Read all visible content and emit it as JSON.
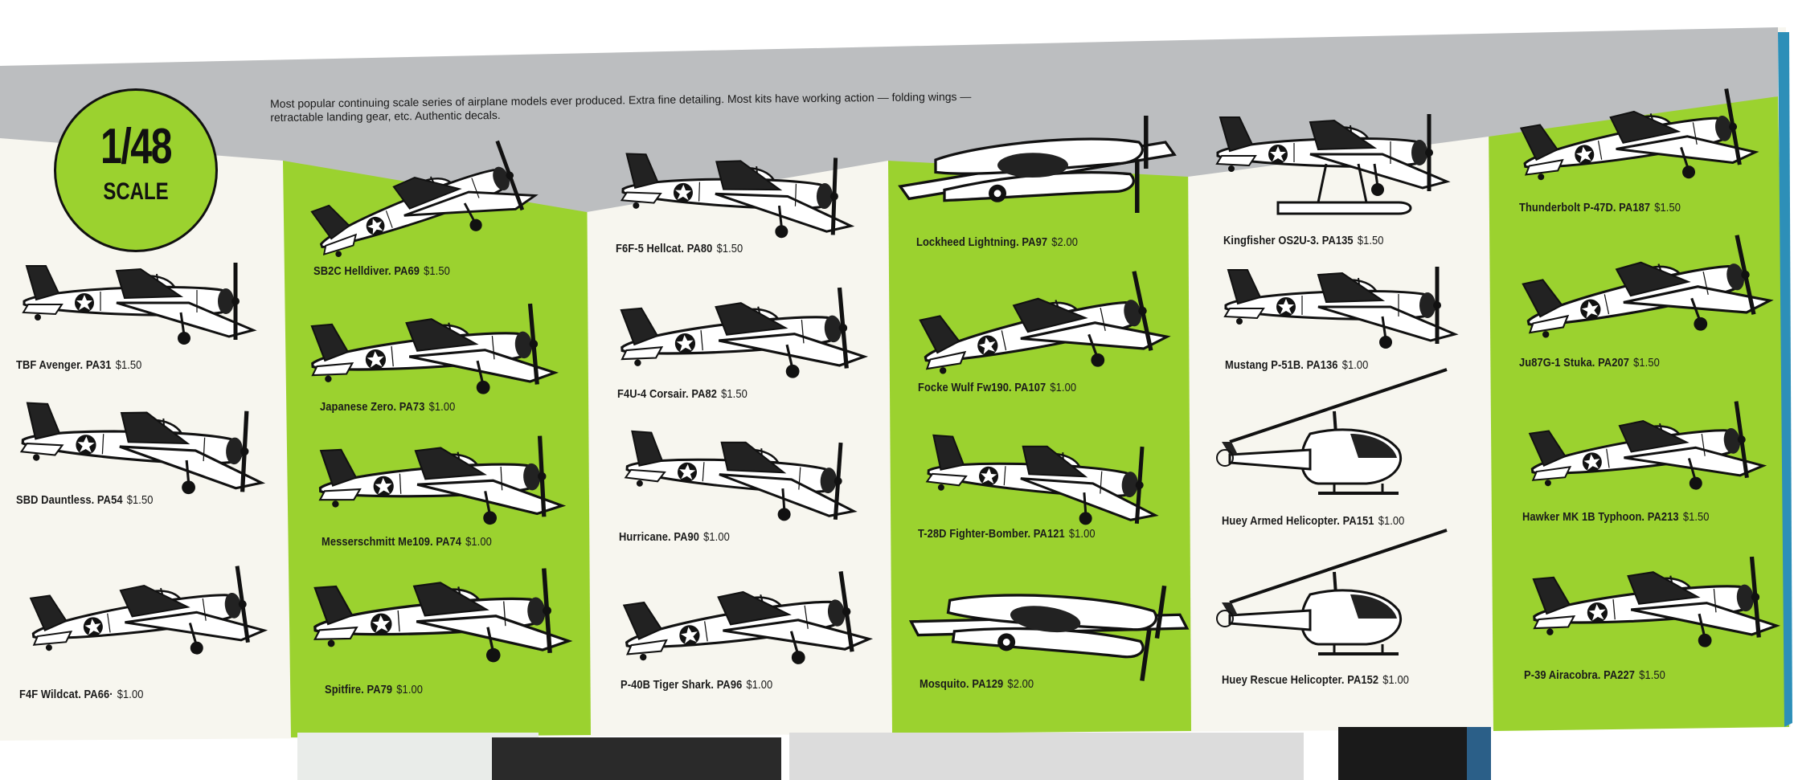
{
  "badge": {
    "scale_number": "1/48",
    "scale_word": "SCALE"
  },
  "description": "Most popular continuing scale series of airplane models ever produced. Extra fine detailing. Most kits have working action — folding wings — retractable landing gear, etc. Authentic decals.",
  "colors": {
    "green": "#9bd22f",
    "gray": "#bdbfc1",
    "cream": "#f7f6ef"
  },
  "kits": [
    {
      "name": "TBF Avenger. PA31",
      "price": "$1.50"
    },
    {
      "name": "SBD Dauntless. PA54",
      "price": "$1.50"
    },
    {
      "name": "F4F Wildcat. PA66·",
      "price": "$1.00"
    },
    {
      "name": "SB2C Helldiver. PA69",
      "price": "$1.50"
    },
    {
      "name": "Japanese Zero. PA73",
      "price": "$1.00"
    },
    {
      "name": "Messerschmitt Me109. PA74",
      "price": "$1.00"
    },
    {
      "name": "Spitfire. PA79",
      "price": "$1.00"
    },
    {
      "name": "F6F-5 Hellcat. PA80",
      "price": "$1.50"
    },
    {
      "name": "F4U-4 Corsair. PA82",
      "price": "$1.50"
    },
    {
      "name": "Hurricane. PA90",
      "price": "$1.00"
    },
    {
      "name": "P-40B Tiger Shark. PA96",
      "price": "$1.00"
    },
    {
      "name": "Lockheed Lightning. PA97",
      "price": "$2.00"
    },
    {
      "name": "Focke Wulf Fw190. PA107",
      "price": "$1.00"
    },
    {
      "name": "T-28D Fighter-Bomber. PA121",
      "price": "$1.00"
    },
    {
      "name": "Mosquito. PA129",
      "price": "$2.00"
    },
    {
      "name": "Kingfisher OS2U-3. PA135",
      "price": "$1.50"
    },
    {
      "name": "Mustang P-51B. PA136",
      "price": "$1.00"
    },
    {
      "name": "Huey Armed Helicopter. PA151",
      "price": "$1.00"
    },
    {
      "name": "Huey Rescue Helicopter. PA152",
      "price": "$1.00"
    },
    {
      "name": "Thunderbolt P-47D. PA187",
      "price": "$1.50"
    },
    {
      "name": "Ju87G-1 Stuka. PA207",
      "price": "$1.50"
    },
    {
      "name": "Hawker MK 1B Typhoon. PA213",
      "price": "$1.50"
    },
    {
      "name": "P-39 Airacobra. PA227",
      "price": "$1.50"
    }
  ]
}
